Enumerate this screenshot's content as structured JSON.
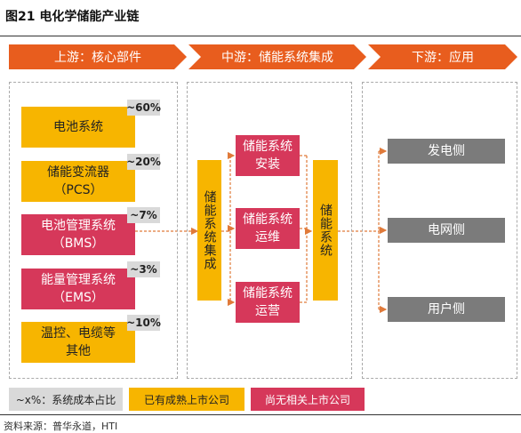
{
  "figure": {
    "title": "图21 电化学储能产业链",
    "source": "资料来源：普华永道，HTI"
  },
  "stages": {
    "upstream": "上游：核心部件",
    "midstream": "中游：储能系统集成",
    "downstream": "下游：应用"
  },
  "upstream_items": [
    {
      "label": "电池系统",
      "pct": "~60%",
      "color": "yellow"
    },
    {
      "label": "储能变流器\n（PCS）",
      "pct": "~20%",
      "color": "yellow"
    },
    {
      "label": "电池管理系统\n（BMS）",
      "pct": "~7%",
      "color": "red"
    },
    {
      "label": "能量管理系统\n（EMS）",
      "pct": "~3%",
      "color": "red"
    },
    {
      "label": "温控、电缆等\n其他",
      "pct": "~10%",
      "color": "yellow"
    }
  ],
  "midstream": {
    "integration": "储能系统集成",
    "install": "储能系统\n安装",
    "operation": "储能系统\n运维",
    "ops_management": "储能系统\n运营",
    "storage_system": "储能系统"
  },
  "downstream_items": [
    "发电侧",
    "电网侧",
    "用户侧"
  ],
  "legend": {
    "pct_note": "~x%：系统成本占比",
    "listed": "已有成熟上市公司",
    "not_listed": "尚无相关上市公司"
  },
  "colors": {
    "orange": "#e85d1e",
    "yellow": "#f7b500",
    "red": "#d6385a",
    "grey": "#7b7b7b",
    "arrow": "#e07a3a"
  }
}
